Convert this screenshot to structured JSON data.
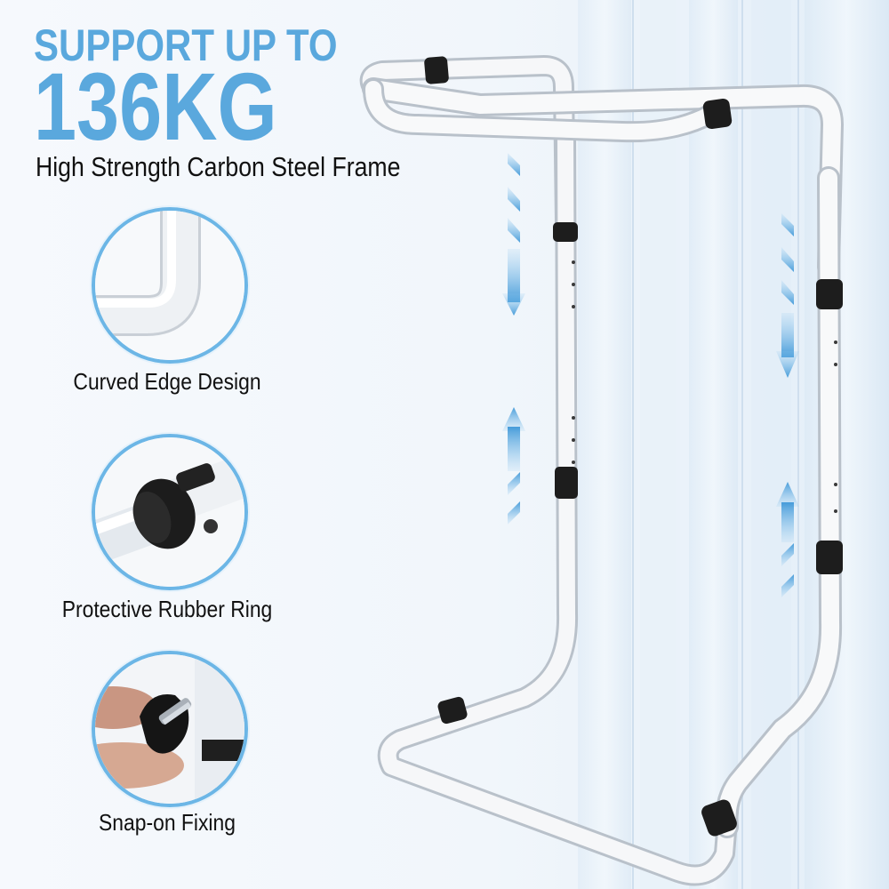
{
  "headline": {
    "line1": "SUPPORT UP TO",
    "line2": "136KG"
  },
  "subheadline": "High Strength Carbon Steel Frame",
  "features": [
    {
      "label": "Curved Edge Design",
      "icon": "curved-edge-closeup"
    },
    {
      "label": "Protective Rubber Ring",
      "icon": "rubber-ring-closeup"
    },
    {
      "label": "Snap-on Fixing",
      "icon": "snap-on-clip-closeup"
    }
  ],
  "colors": {
    "accent": "#5aa8dd",
    "circle_border": "#6cb6e6",
    "frame_white": "#f2f4f6",
    "clip_black": "#1d1d1d"
  }
}
